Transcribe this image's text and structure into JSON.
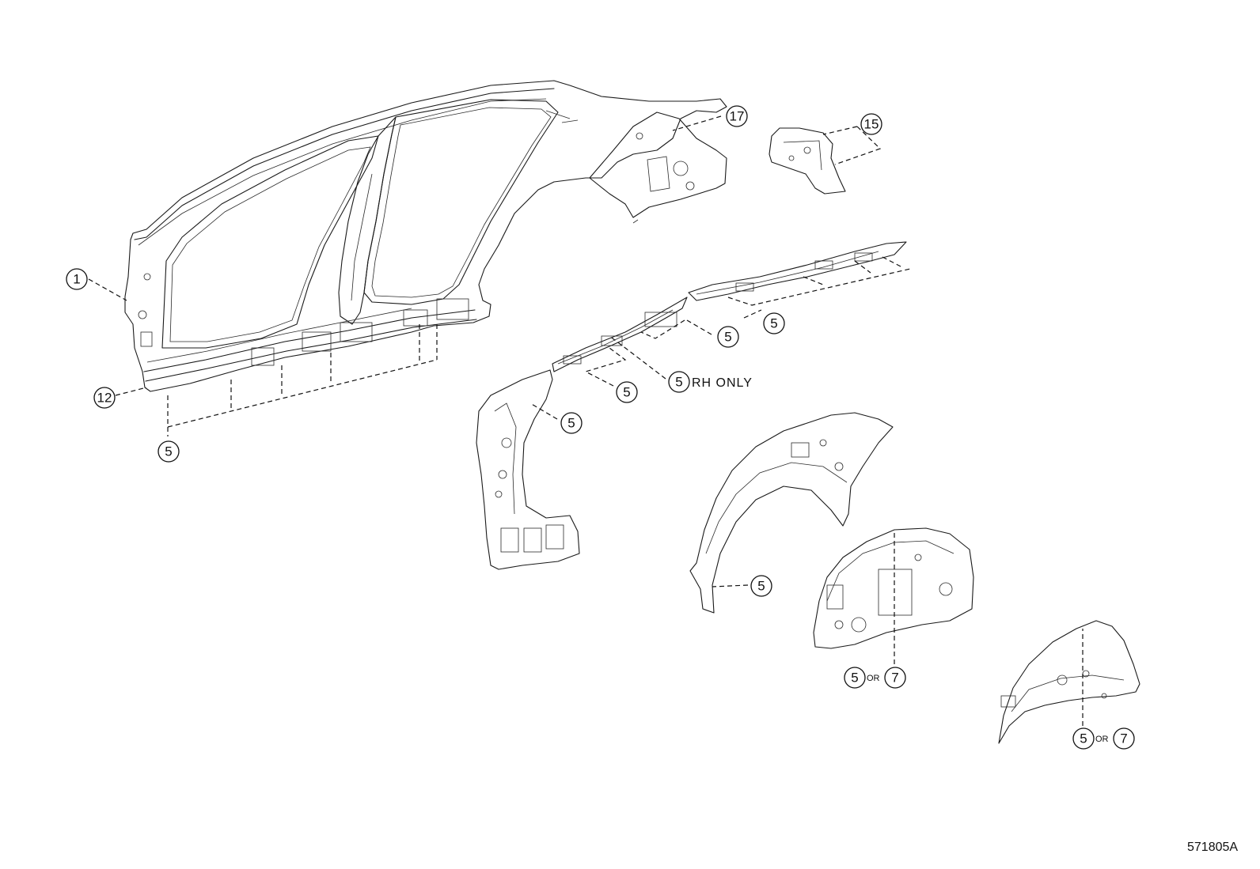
{
  "callouts": {
    "c1": "1",
    "c12": "12",
    "c5_side_bottom": "5",
    "c17": "17",
    "c15": "15",
    "c5_rail_upper_right": "5",
    "c5_rail_upper_mid": "5",
    "c5_rail_rh": "5",
    "c5_rail_lower": "5",
    "c5_pillar": "5",
    "c5_wheelhouse_outer": "5",
    "c5_wheelhouse_inner": "5",
    "c7_wheelhouse_inner": "7",
    "c5_rear_panel": "5",
    "c7_rear_panel": "7"
  },
  "labels": {
    "rh_only": "RH ONLY",
    "or_1": "OR",
    "or_2": "OR"
  },
  "reference_code": "571805A"
}
